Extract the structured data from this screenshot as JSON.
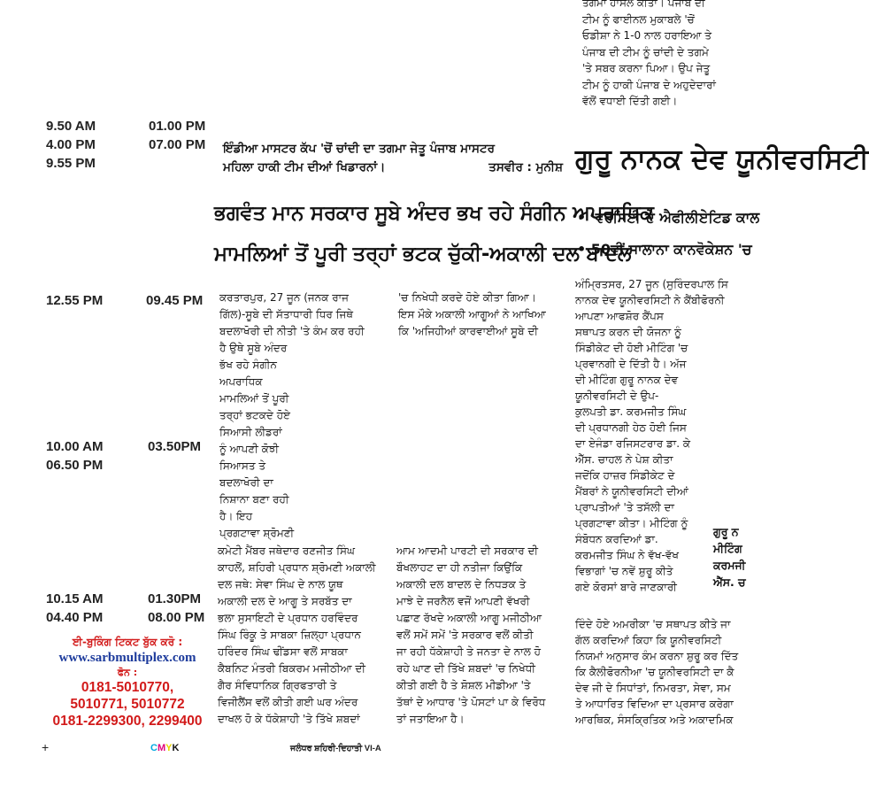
{
  "showtimes": {
    "block1": {
      "col1": [
        "9.50 AM",
        "4.00 PM",
        "9.55 PM"
      ],
      "col2": [
        "01.00 PM",
        "07.00 PM"
      ]
    },
    "block2": {
      "col1": [
        "12.55 PM"
      ],
      "col2": [
        "09.45 PM"
      ]
    },
    "block3": {
      "col1": [
        "10.00 AM",
        "06.50 PM"
      ],
      "col2": [
        "03.50PM"
      ]
    },
    "block4": {
      "col1": [
        "10.15 AM",
        "04.40 PM"
      ],
      "col2": [
        "01.30PM",
        "08.00 PM"
      ]
    }
  },
  "booking": {
    "label": "ਈ-ਬੁਕਿੰਗ ਟਿਕਟ ਬੁੱਕ ਕਰੋ :",
    "website": "www.sarbmultiplex.com",
    "phone_label": "ਫੋਨ :",
    "phones": [
      "0181-5010770,",
      "5010771, 5010772",
      "0181-2299300, 2299400"
    ]
  },
  "top_snippet": {
    "lines": [
      "ਤਗਮਾ ਹਾਸਲ ਕੀਤਾ। ਪੰਜਾਬ ਦੀ",
      "ਟੀਮ ਨੂੰ ਫਾਈਨਲ ਮੁਕਾਬਲੇ 'ਚੋਂ",
      "ਓਡੀਸ਼ਾ ਨੇ 1-0 ਨਾਲ ਹਰਾਇਆ ਤੇ",
      "ਪੰਜਾਬ ਦੀ ਟੀਮ ਨੂੰ ਚਾਂਦੀ ਦੇ ਤਗਮੇ",
      "'ਤੇ ਸਬਰ ਕਰਨਾ ਪਿਆ। ਉਪ ਜੇਤੂ",
      "ਟੀਮ ਨੂੰ ਹਾਕੀ ਪੰਜਾਬ ਦੇ ਅਹੁਦੇਦਾਰਾਂ",
      "ਵੱਲੋਂ ਵਧਾਈ ਦਿੱਤੀ ਗਈ।"
    ]
  },
  "photo_caption": {
    "line1": "ਇੰਡੀਆ ਮਾਸਟਰ ਕੱਪ 'ਚੋਂ ਚਾਂਦੀ ਦਾ ਤਗਮਾ ਜੇਤੂ ਪੰਜਾਬ ਮਾਸਟਰ",
    "line2": "ਮਹਿਲਾ ਹਾਕੀ ਟੀਮ ਦੀਆਂ ਖਿਡਾਰਨਾਂ।",
    "credit": "ਤਸਵੀਰ : ਮੁਨੀਸ਼"
  },
  "main_headline": {
    "line1": "ਭਗਵੰਤ ਮਾਨ ਸਰਕਾਰ ਸੂਬੇ ਅੰਦਰ ਭਖ ਰਹੇ ਸੰਗੀਨ ਅਪਰਾਧਿਕ",
    "line2": "ਮਾਮਲਿਆਂ ਤੋਂ ਪੂਰੀ ਤਰ੍ਹਾਂ ਭਟਕ ਚੁੱਕੀ-ਅਕਾਲੀ ਦਲ ਬਾਦਲ"
  },
  "article": {
    "col1_top": [
      "ਕਰਤਾਰਪੁਰ, 27 ਜੂਨ (ਜਨਕ ਰਾਜ",
      "ਗਿੱਲ)-ਸੂਬੇ ਦੀ ਸੱਤਾਧਾਰੀ ਧਿਰ ਜਿਥੇ",
      "ਬਦਲਾਖੋਰੀ ਦੀ ਨੀਤੀ 'ਤੇ ਕੰਮ ਕਰ ਰਹੀ",
      "ਹੈ ਉਥੇ ਸੂਬੇ ਅੰਦਰ",
      "ਭੱਖ ਰਹੇ ਸੰਗੀਨ",
      "ਅਪਰਾਧਿਕ",
      "ਮਾਮਲਿਆਂ ਤੋਂ ਪੂਰੀ",
      "ਤਰ੍ਹਾਂ ਭਟਕਦੇ ਹੋਏ",
      "ਸਿਆਸੀ ਲੀਡਰਾਂ",
      "ਨੂੰ ਆਪਣੀ ਕੋਝੀ",
      "ਸਿਆਸਤ ਤੇ",
      "ਬਦਲਾਖੋਰੀ ਦਾ",
      "ਨਿਸ਼ਾਨਾ ਬਣਾ ਰਹੀ",
      "ਹੈ। ਇਹ",
      "ਪ੍ਰਗਟਾਵਾ ਸ਼੍ਰੋਮਣੀ"
    ],
    "col1_bottom": [
      "ਕਮੇਟੀ ਮੈਂਬਰ ਜਥੇਦਾਰ ਰਣਜੀਤ ਸਿੰਘ",
      "ਕਾਹਲੋਂ, ਸ਼ਹਿਰੀ ਪ੍ਰਧਾਨ ਸ਼੍ਰੋਮਣੀ ਅਕਾਲੀ",
      "ਦਲ ਜਥੇ: ਸੇਵਾ ਸਿੰਘ ਦੇ ਨਾਲ ਯੂਥ",
      "ਅਕਾਲੀ ਦਲ ਦੇ ਆਗੂ ਤੇ ਸਰਬੱਤ ਦਾ",
      "ਭਲਾ ਸੁਸਾਇਟੀ ਦੇ ਪ੍ਰਧਾਨ ਹਰਵਿੰਦਰ",
      "ਸਿੰਘ ਰਿੰਕੂ ਤੇ ਸਾਬਕਾ ਜ਼ਿਲ੍ਹਾ ਪ੍ਰਧਾਨ",
      "ਹਰਿੰਦਰ ਸਿੰਘ ਢੀਂਡਸਾ ਵਲੋਂ ਸਾਬਕਾ",
      "ਕੈਬਨਿਟ ਮੰਤਰੀ ਬਿਕਰਮ ਮਜੀਠੀਆ ਦੀ",
      "ਗੈਰ ਸੰਵਿਧਾਨਿਕ ਗ੍ਰਿਫਤਾਰੀ ਤੇ",
      "ਵਿਜੀਲੈਂਸ ਵਲੋਂ ਕੀਤੀ ਗਈ ਘਰ ਅੰਦਰ",
      "ਦਾਖਲ ਹੋ ਕੇ ਧੱਕੇਸ਼ਾਹੀ 'ਤੇ ਤਿੱਖੇ ਸ਼ਬਦਾਂ"
    ],
    "col2_top": [
      "'ਚ ਨਿਖੇਧੀ ਕਰਦੇ ਹੋਏ ਕੀਤਾ ਗਿਆ।",
      "ਇਸ ਮੌਕੇ ਅਕਾਲੀ ਆਗੂਆਂ ਨੇ ਆਖਿਆ",
      "ਕਿ 'ਅਜਿਹੀਆਂ ਕਾਰਵਾਈਆਂ ਸੂਬੇ ਦੀ"
    ],
    "col2_bottom": [
      "ਆਮ ਆਦਮੀ ਪਾਰਟੀ ਦੀ ਸਰਕਾਰ ਦੀ",
      "ਬੌਖਲਾਹਟ ਦਾ ਹੀ ਨਤੀਜਾ ਕਿਉਂਕਿ",
      "ਅਕਾਲੀ ਦਲ ਬਾਦਲ ਦੇ ਨਿਧੜਕ ਤੇ",
      "ਮਾਝੇ ਦੇ ਜਰਨੈਲ ਵਜੋਂ ਆਪਣੀ ਵੱਖਰੀ",
      "ਪਛਾਣ ਰੱਖਦੇ ਅਕਾਲੀ ਆਗੂ ਮਜੀਠੀਆ",
      "ਵਲੋਂ ਸਮੇਂ ਸਮੇਂ 'ਤੇ ਸਰਕਾਰ ਵਲੋਂ ਕੀਤੀ",
      "ਜਾ ਰਹੀ ਧੱਕੇਸ਼ਾਹੀ ਤੇ ਜਨਤਾ ਦੇ ਨਾਲ ਹੋ",
      "ਰਹੇ ਘਾਣ ਦੀ ਤਿੱਖੇ ਸ਼ਬਦਾਂ 'ਚ ਨਿਖੇਧੀ",
      "ਕੀਤੀ ਗਈ ਹੈ ਤੇ ਸ਼ੋਸ਼ਲ ਮੀਡੀਆ 'ਤੇ",
      "ਤੱਥਾਂ ਦੇ ਆਧਾਰ 'ਤੇ ਪੋਸਟਾਂ ਪਾ ਕੇ ਵਿਰੋਧ",
      "ਤਾਂ ਜਤਾਇਆ ਹੈ।"
    ]
  },
  "right_article": {
    "headline": "ਗੁਰੂ ਨਾਨਕ ਦੇਵ ਯੂਨੀਵਰਸਿਟੀ",
    "bullet1": "• 'ਵਰਸਿਟੀ ਦੇ ਐਫੀਲੀਏਟਿਡ ਕਾਲ",
    "bullet2": "• 50ਵੀਂ ਸਾਲਾਨਾ ਕਾਨਵੋਕੇਸ਼ਨ 'ਚ",
    "body_full_top": [
      "ਅੰਮ੍ਰਿਤਸਰ, 27 ਜੂਨ (ਸੁਰਿੰਦਰਪਾਲ ਸਿ",
      "ਨਾਨਕ ਦੇਵ ਯੂਨੀਵਰਸਿਟੀ ਨੇ ਕੈਂਬੀਫੋਰਨੀ"
    ],
    "body_narrow": [
      "ਆਪਣਾ ਆਫਸ਼ੋਰ ਕੈਂਪਸ",
      "ਸਥਾਪਤ ਕਰਨ ਦੀ ਯੋਜਨਾ ਨੂੰ",
      "ਸਿੰਡੀਕੇਟ ਦੀ ਹੋਈ ਮੀਟਿੰਗ 'ਚ",
      "ਪ੍ਰਵਾਨਗੀ ਦੇ ਦਿੱਤੀ ਹੈ। ਅੱਜ",
      "ਦੀ ਮੀਟਿੰਗ ਗੁਰੂ ਨਾਨਕ ਦੇਵ",
      "ਯੂਨੀਵਰਸਿਟੀ ਦੇ ਉਪ-",
      "ਕੁਲਪਤੀ ਡਾ. ਕਰਮਜੀਤ ਸਿੰਘ",
      "ਦੀ ਪ੍ਰਧਾਨਗੀ ਹੇਠ ਹੋਈ ਜਿਸ",
      "ਦਾ ਏਜੰਡਾ ਰਜਿਸਟਰਾਰ ਡਾ. ਕੇ",
      "ਐੱਸ. ਚਾਹਲ ਨੇ ਪੇਸ਼ ਕੀਤਾ",
      "ਜਦੋਂਕਿ ਹਾਜ਼ਰ ਸਿੰਡੀਕੇਟ ਦੇ",
      "ਮੈਂਬਰਾਂ ਨੇ ਯੂਨੀਵਰਸਿਟੀ ਦੀਆਂ",
      "ਪ੍ਰਾਪਤੀਆਂ 'ਤੇ ਤਸੱਲੀ ਦਾ",
      "ਪ੍ਰਗਟਾਵਾ ਕੀਤਾ। ਮੀਟਿੰਗ ਨੂੰ",
      "ਸੰਬੋਧਨ ਕਰਦਿਆਂ ਡਾ.",
      "ਕਰਮਜੀਤ ਸਿੰਘ ਨੇ ਵੱਖ-ਵੱਖ",
      "ਵਿਭਾਗਾਂ 'ਚ ਨਵੇਂ ਸ਼ੁਰੂ ਕੀਤੇ",
      "ਗਏ ਕੋਰਸਾਂ ਬਾਰੇ ਜਾਣਕਾਰੀ"
    ],
    "body_full_bottom": [
      "ਦਿੰਦੇ ਹੋਏ ਅਮਰੀਕਾ 'ਚ ਸਥਾਪਤ ਕੀਤੇ ਜਾ",
      "ਗੱਲ ਕਰਦਿਆਂ ਕਿਹਾ ਕਿ ਯੂਨੀਵਰਸਿਟੀ",
      "ਨਿਯਮਾਂ ਅਨੁਸਾਰ ਕੰਮ ਕਰਨਾ ਸ਼ੁਰੂ ਕਰ ਦਿੱਤ",
      "ਕਿ ਕੈਲੀਫੋਰਨੀਆ 'ਚ ਯੂਨੀਵਰਸਿਟੀ ਦਾ ਕੈ",
      "ਦੇਵ ਜੀ ਦੇ ਸਿਧਾਂਤਾਂ, ਨਿਮਰਤਾ, ਸੇਵਾ, ਸਮ",
      "ਤੇ ਆਧਾਰਿਤ ਵਿਦਿਆ ਦਾ ਪ੍ਰਸਾਰ ਕਰੇਗਾ",
      "ਆਰਥਿਕ, ਸੰਸਕ੍ਰਿਤਿਕ ਅਤੇ ਅਕਾਦਮਿਕ"
    ],
    "photo_caption": {
      "line1": "ਗੁਰੂ ਨ",
      "line2": "ਮੀਟਿੰਗ",
      "line3": "ਕਰਮਜੀ",
      "line4": "ਐੱਸ. ਚ"
    }
  },
  "footer": {
    "registration_mark": "+",
    "cmyk": [
      {
        "letter": "C",
        "color": "#00a8e0"
      },
      {
        "letter": "M",
        "color": "#e0007a"
      },
      {
        "letter": "Y",
        "color": "#e8d400"
      },
      {
        "letter": "K",
        "color": "#111111"
      }
    ],
    "page_label": "ਜਲੰਧਰ ਸ਼ਹਿਰੀ-ਦਿਹਾਤੀ VI-A"
  }
}
